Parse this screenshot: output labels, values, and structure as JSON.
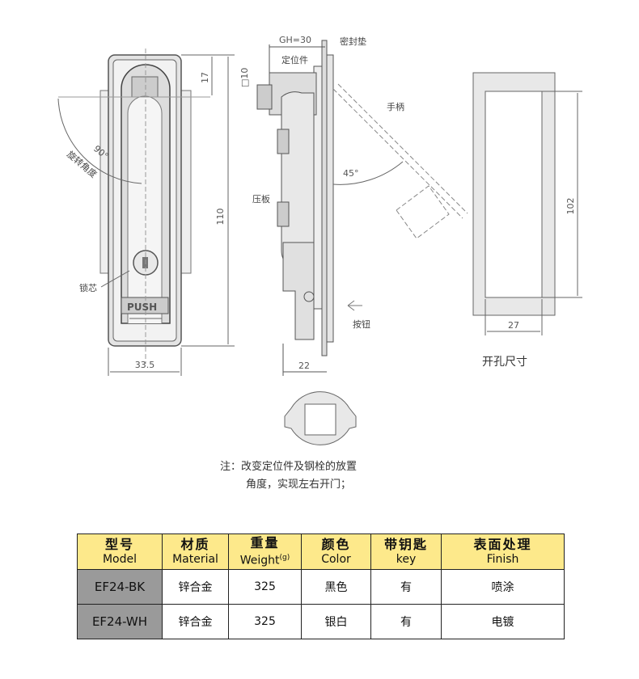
{
  "drawing": {
    "front_view": {
      "dim_width": "33.5",
      "dim_height": "110",
      "dim_top": "17",
      "angle": "90°",
      "angle_label": "旋转角度",
      "lock_label": "锁芯",
      "push_text": "PUSH"
    },
    "side_view": {
      "dim_gh": "GH=30",
      "dim_square": "□10",
      "dim_depth": "22",
      "angle": "45°",
      "gasket_label": "密封垫",
      "locator_label": "定位件",
      "handle_label": "手柄",
      "plate_label": "压板",
      "button_label": "按钮"
    },
    "cutout": {
      "dim_width": "27",
      "dim_height": "102",
      "title": "开孔尺寸"
    },
    "note": [
      "注：改变定位件及钢栓的放置",
      "角度，实现左右开门；"
    ]
  },
  "table": {
    "headers": [
      {
        "cn": "型号",
        "en": "Model"
      },
      {
        "cn": "材质",
        "en": "Material"
      },
      {
        "cn": "重量",
        "en": "Weight",
        "unit": "(g)"
      },
      {
        "cn": "颜色",
        "en": "Color"
      },
      {
        "cn": "带钥匙",
        "en": "key"
      },
      {
        "cn": "表面处理",
        "en": "Finish"
      }
    ],
    "rows": [
      [
        "EF24-BK",
        "锌合金",
        "325",
        "黑色",
        "有",
        "喷涂"
      ],
      [
        "EF24-WH",
        "锌合金",
        "325",
        "银白",
        "有",
        "电镀"
      ]
    ]
  }
}
